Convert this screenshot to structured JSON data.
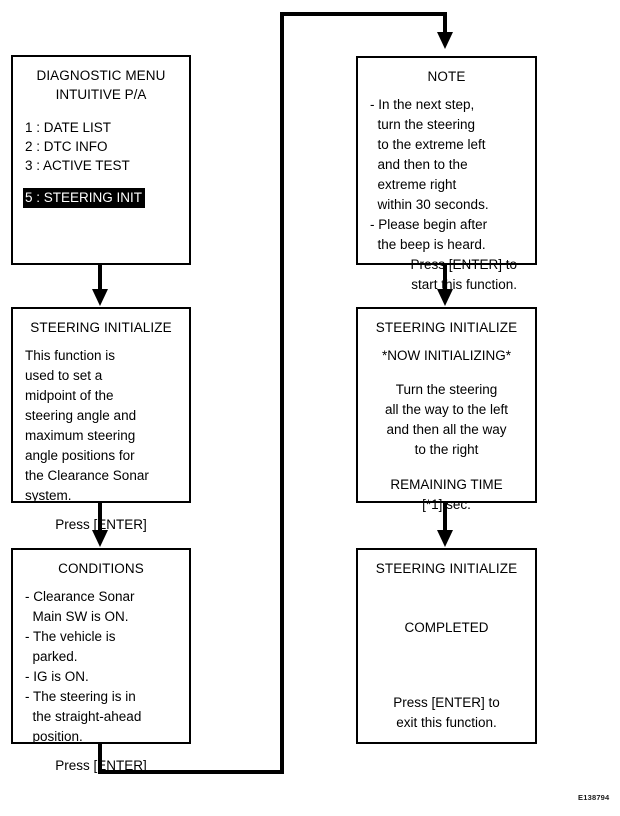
{
  "figure": {
    "id_label": "E138794"
  },
  "boxes": {
    "diagnostic_menu": {
      "title": "DIAGNOSTIC MENU",
      "subtitle": "INTUITIVE P/A",
      "items": [
        {
          "label": "1 : DATE LIST",
          "selected": false
        },
        {
          "label": "2 : DTC INFO",
          "selected": false
        },
        {
          "label": "3 : ACTIVE TEST",
          "selected": false
        }
      ],
      "selected_item": {
        "label": "5 : STEERING INIT",
        "selected": true
      }
    },
    "steering_initialize_info": {
      "title": "STEERING INITIALIZE",
      "body_lines": [
        "This function is",
        "used to set a",
        "midpoint of the",
        "steering angle and",
        "maximum steering",
        "angle positions for",
        "the Clearance Sonar",
        "system."
      ],
      "footer_lines": [
        "Press [ENTER]"
      ]
    },
    "conditions": {
      "title": "CONDITIONS",
      "body_lines": [
        "- Clearance Sonar",
        "  Main SW is ON.",
        "- The vehicle is",
        "  parked.",
        "- IG is ON.",
        "- The steering is in",
        "  the straight-ahead",
        "  position."
      ],
      "footer_lines": [
        "Press [ENTER]"
      ]
    },
    "note": {
      "title": "NOTE",
      "body_lines": [
        "- In the next step,",
        "  turn the steering",
        "  to the extreme left",
        "  and then to the",
        "  extreme right",
        "  within 30 seconds.",
        "- Please begin after",
        "  the beep is heard."
      ],
      "footer_lines": [
        "Press [ENTER] to",
        "start this function."
      ]
    },
    "now_initializing": {
      "title": "STEERING INITIALIZE",
      "subtitle": "*NOW INITIALIZING*",
      "body_lines": [
        "Turn the steering",
        "all the way to the left",
        "and then all the way",
        "to the right"
      ],
      "footer_lines": [
        "REMAINING TIME",
        "[*1] sec."
      ]
    },
    "completed": {
      "title": "STEERING INITIALIZE",
      "status": "COMPLETED",
      "footer_lines": [
        "Press [ENTER] to",
        "exit this function."
      ]
    }
  }
}
